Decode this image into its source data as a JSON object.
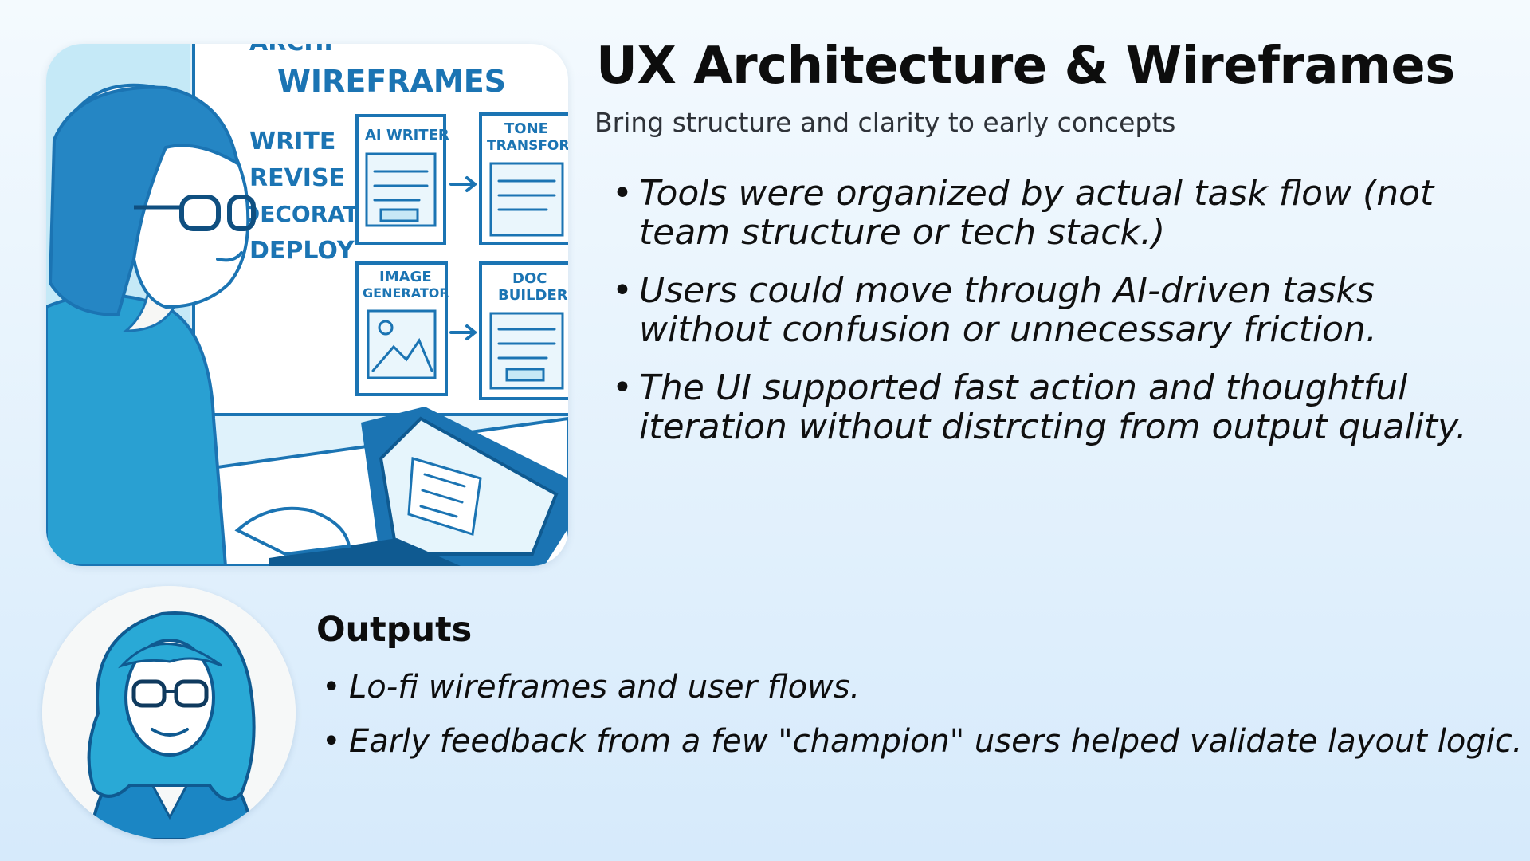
{
  "slide": {
    "title": "UX Architecture & Wireframes",
    "subtitle": "Bring structure and clarity to early concepts",
    "bullets": [
      "Tools were organized by actual task flow (not team structure or tech stack.)",
      "Users could move through AI-driven tasks without confusion or unnecessary friction.",
      "The UI supported fast action and thoughtful iteration without distrcting from output quality."
    ],
    "outputs": {
      "heading": "Outputs",
      "items": [
        "Lo-fi wireframes and user flows.",
        "Early feedback from a few \"champion\" users helped validate layout logic."
      ]
    }
  },
  "illustration": {
    "header_partial": "ARCHI",
    "header": "WIREFRAMES",
    "steps": [
      "WRITE",
      "REVISE",
      "DECORATE",
      "DEPLOY"
    ],
    "cards": [
      {
        "line1": "AI WRITER",
        "line2": ""
      },
      {
        "line1": "TONE",
        "line2": "TRANSFORM"
      },
      {
        "line1": "IMAGE",
        "line2": "GENERATOR"
      },
      {
        "line1": "DOC",
        "line2": "BUILDER"
      }
    ]
  },
  "colors": {
    "accent": "#1b74b3",
    "accent_light": "#29a9d6",
    "background_top": "#f4fafe",
    "background_bottom": "#d6eafb"
  }
}
